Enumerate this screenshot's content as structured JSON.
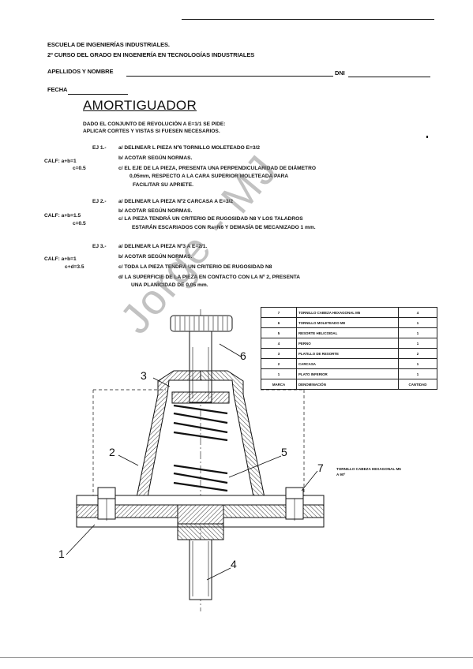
{
  "header": {
    "school": "ESCUELA DE INGENIERÍAS INDUSTRIALES.",
    "course": "2º CURSO DEL GRADO EN INGENIERÍA EN TECNOLOGÍAS INDUSTRIALES",
    "name_label": "APELLIDOS Y NOMBRE",
    "dni_label": "DNI",
    "date_label": "FECHA"
  },
  "title": "AMORTIGUADOR",
  "intro": [
    "DADO EL CONJUNTO DE REVOLUCIÓN A E=1/1 SE PIDE:",
    "APLICAR CORTES Y VISTAS SI FUESEN NECESARIOS."
  ],
  "exercises": [
    {
      "label": "EJ 1.-",
      "calf": [
        "CALF: a+b=1",
        "c=0.5"
      ],
      "items": [
        "a/ DELINEAR L PIEZA Nº6 TORNILLO MOLETEADO E=3/2",
        "b/ ACOTAR SEGÚN NORMAS.",
        "c/ EL EJE DE LA PIEZA, PRESENTA UNA PERPENDICULARIDAD DE DIÁMETRO",
        "0,05mm, RESPECTO A LA CARA SUPERIOR MOLETEADA PARA",
        "FACILITAR SU APRIETE."
      ]
    },
    {
      "label": "EJ 2.-",
      "calf": [
        "CALF: a+b=1.5",
        "c=0.5"
      ],
      "items": [
        "a/ DELINEAR LA PIEZA Nº2  CARCASA A E=3/2",
        "b/ ACOTAR SEGÚN NORMAS.",
        "c/ LA PIEZA TENDRÁ UN CRITERIO DE RUGOSIDAD N8 Y LOS TALADROS",
        "ESTARÁN ESCARIADOS CON Ra=N6 Y DEMASÍA DE MECANIZADO 1 mm."
      ]
    },
    {
      "label": "EJ 3.-",
      "calf": [
        "CALF: a+b=1",
        "c+d=3.5"
      ],
      "items": [
        "a/ DELINEAR LA PIEZA  Nº3 A E=2/1.",
        "b/ ACOTAR SEGÚN NORMAS.",
        "c/ TODA LA PIEZA TENDRÁ UN CRITERIO DE RUGOSIDAD N8",
        "d/ LA SUPERFICIE DE LA PIEZA EN CONTACTO CON LA Nº 2, PRESENTA",
        "UNA PLANICIDAD DE 0,05 mm."
      ]
    }
  ],
  "parts_table": {
    "rows": [
      {
        "mark": "7",
        "name": "TORNILLO CABEZA HEXAGONAL  M5",
        "qty": "4"
      },
      {
        "mark": "6",
        "name": "TORNILLO MOLETEADO         M8",
        "qty": "1"
      },
      {
        "mark": "5",
        "name": "RESORTE HELICOIDAL",
        "qty": "1"
      },
      {
        "mark": "4",
        "name": "PERNO",
        "qty": "1"
      },
      {
        "mark": "3",
        "name": "PLATILLO DE RESORTE",
        "qty": "2"
      },
      {
        "mark": "2",
        "name": "CARCASA",
        "qty": "1"
      },
      {
        "mark": "1",
        "name": "PLATO INFERIOR",
        "qty": "1"
      }
    ],
    "header": {
      "mark": "MARCA",
      "name": "DENOMINACIÓN",
      "qty": "CANTIDAD"
    }
  },
  "drawing": {
    "callouts": [
      "1",
      "2",
      "3",
      "4",
      "5",
      "6",
      "7"
    ],
    "note7": [
      "TORNILLO CABEZA HEXAGONAL  M5",
      "A 90º"
    ]
  },
  "watermark": "Jorge - MJ"
}
